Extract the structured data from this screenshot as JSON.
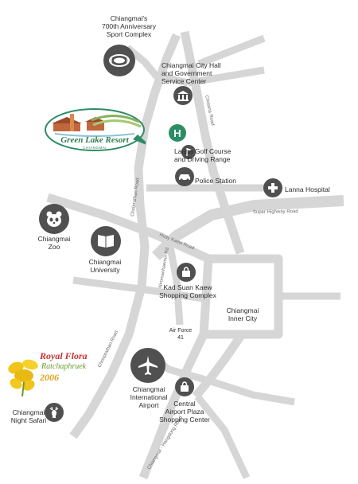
{
  "map": {
    "places": {
      "sport_complex": "Chiangmai's\n700th Anniversary\nSport Complex",
      "city_hall": "Chiangmai City Hall\nand Government\nService Center",
      "golf": "Lanna Golf Course\nand Driving Range",
      "police": "Police Station",
      "hospital": "Lanna Hospital",
      "zoo": "Chiangmai\nZoo",
      "university": "Chiangmai\nUniversity",
      "kad_suan_kaew": "Kad Suan Kaew\nShopping Complex",
      "inner_city": "Chiangmai\nInner City",
      "air_force": "Air Force\n41",
      "airport": "Chiangmai\nInternational\nAirport",
      "airport_plaza": "Central\nAirport Plaza\nShopping Center",
      "night_safari": "Chiangmai\nNight Safari"
    },
    "roads": {
      "superhighway": "Super Highway Road",
      "chotana": "Chotana Road",
      "huay_kaew": "Huay Kaew Road",
      "chonprathan": "Cholprathan Road",
      "nimmanhaemin": "Nimmanhaemin Rd",
      "canal_road": "Chonprathan Road",
      "hangdong": "Chiangmai - Hangdong Road"
    },
    "logos": {
      "resort_name": "Green Lake Resort",
      "resort_city": "CHIANGMAI",
      "resort_marker": "H",
      "flora_line1": "Royal Flora",
      "flora_line2": "Ratchaphruek",
      "flora_line3": "2006"
    },
    "colors": {
      "road": "#d6d6d6",
      "icon_badge": "#505050",
      "resort_green": "#2e8c64",
      "flora_red": "#c8312f",
      "flora_yellow": "#e0a21a"
    },
    "icons": {
      "sport_complex": "stadium-icon",
      "city_hall": "government-building-icon",
      "golf": "golf-flag-icon",
      "police": "police-car-icon",
      "hospital": "medical-cross-icon",
      "zoo": "panda-icon",
      "university": "open-book-icon",
      "kad_suan_kaew": "shopping-bag-icon",
      "airport": "airplane-icon",
      "airport_plaza": "shopping-bag-icon",
      "night_safari": "deer-icon"
    }
  }
}
